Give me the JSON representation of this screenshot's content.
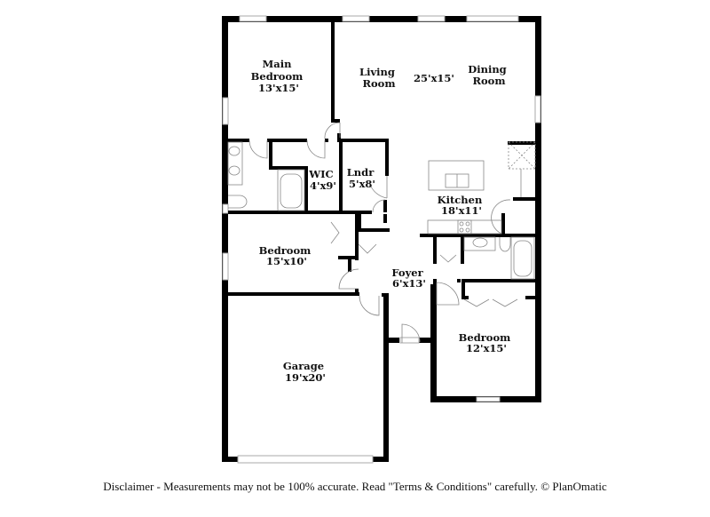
{
  "floorplan": {
    "rooms": [
      {
        "id": "main-bedroom",
        "name_line1": "Main",
        "name_line2": "Bedroom",
        "size": "13'x15'"
      },
      {
        "id": "living-room",
        "name_line1": "Living",
        "name_line2": "Room"
      },
      {
        "id": "living-dining-size",
        "size": "25'x15'"
      },
      {
        "id": "dining-room",
        "name_line1": "Dining",
        "name_line2": "Room"
      },
      {
        "id": "wic",
        "name": "WIC",
        "size": "4'x9'"
      },
      {
        "id": "laundry",
        "name": "Lndr",
        "size": "5'x8'"
      },
      {
        "id": "kitchen",
        "name": "Kitchen",
        "size": "18'x11'"
      },
      {
        "id": "bedroom-2",
        "name": "Bedroom",
        "size": "15'x10'"
      },
      {
        "id": "foyer",
        "name": "Foyer",
        "size": "6'x13'"
      },
      {
        "id": "bedroom-3",
        "name": "Bedroom",
        "size": "12'x15'"
      },
      {
        "id": "garage",
        "name": "Garage",
        "size": "19'x20'"
      }
    ],
    "colors": {
      "wall": "#000000",
      "fixture": "#888888",
      "window": "#cccccc",
      "background": "#ffffff"
    }
  },
  "footer": {
    "disclaimer": "Disclaimer - Measurements may not be 100% accurate. Read \"Terms & Conditions\" carefully. © PlanOmatic"
  }
}
